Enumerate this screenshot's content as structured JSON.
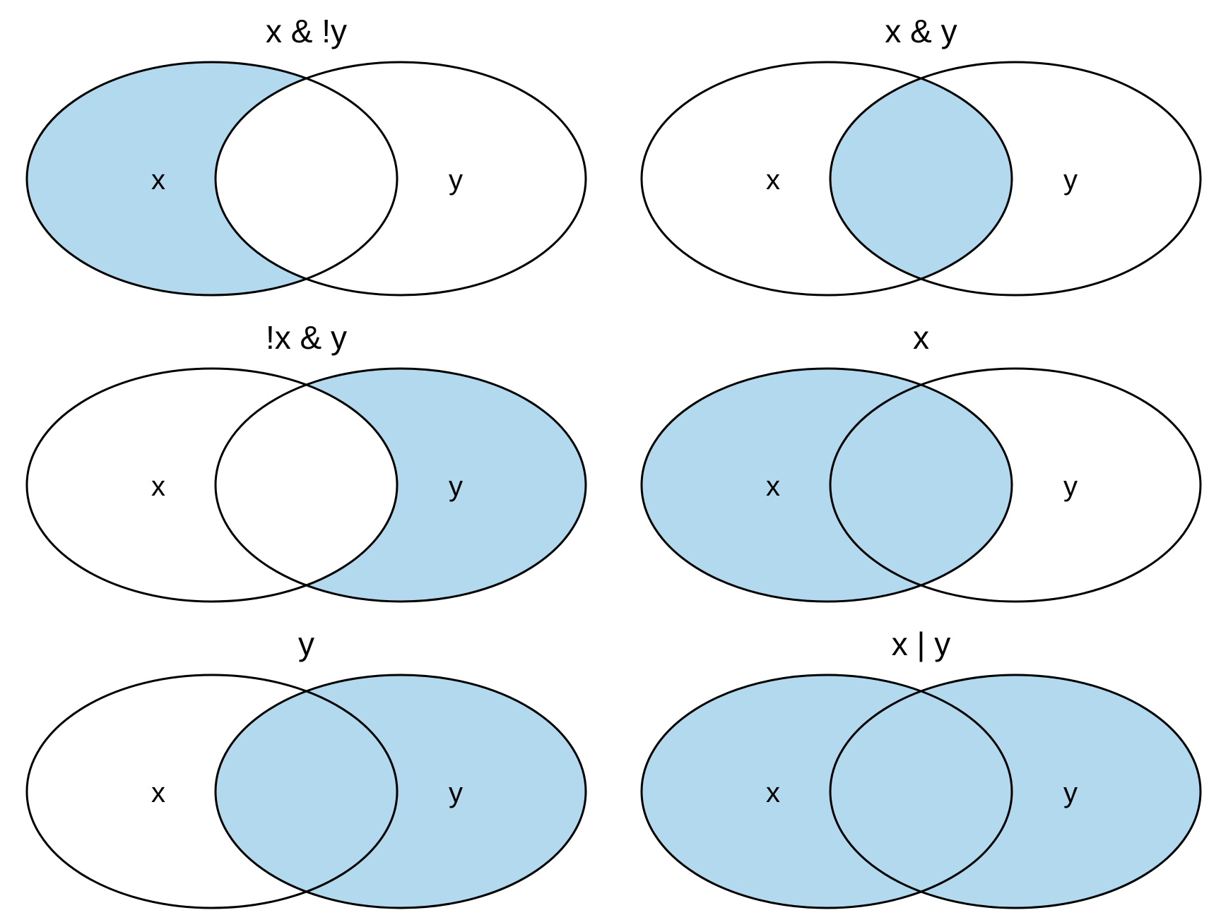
{
  "colors": {
    "fill": "#b3d9ee",
    "stroke": "#000000",
    "background": "#ffffff"
  },
  "panels": [
    {
      "title": "x & !y",
      "left_label": "x",
      "right_label": "y",
      "regions": {
        "x_only": true,
        "both": false,
        "y_only": false
      }
    },
    {
      "title": "x & y",
      "left_label": "x",
      "right_label": "y",
      "regions": {
        "x_only": false,
        "both": true,
        "y_only": false
      }
    },
    {
      "title": "!x & y",
      "left_label": "x",
      "right_label": "y",
      "regions": {
        "x_only": false,
        "both": false,
        "y_only": true
      }
    },
    {
      "title": "x",
      "left_label": "x",
      "right_label": "y",
      "regions": {
        "x_only": true,
        "both": true,
        "y_only": false
      }
    },
    {
      "title": "y",
      "left_label": "x",
      "right_label": "y",
      "regions": {
        "x_only": false,
        "both": true,
        "y_only": true
      }
    },
    {
      "title": "x | y",
      "left_label": "x",
      "right_label": "y",
      "regions": {
        "x_only": true,
        "both": true,
        "y_only": true
      }
    }
  ]
}
